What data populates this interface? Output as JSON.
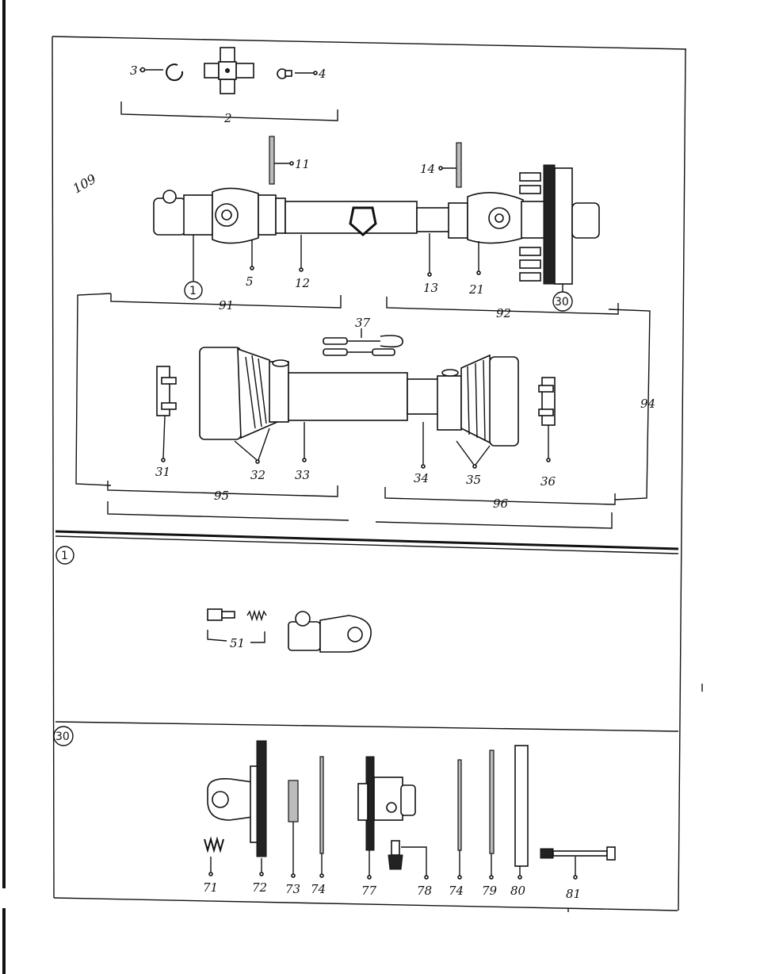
{
  "handwritten_note": "109",
  "callouts": {
    "c1": "1",
    "c30": "30"
  },
  "sections": {
    "assembly": {
      "labels": {
        "l2": "2",
        "l3": "3",
        "l4": "4",
        "l5": "5",
        "l11": "11",
        "l12": "12",
        "l13": "13",
        "l14": "14",
        "l21": "21",
        "l31": "31",
        "l32": "32",
        "l33": "33",
        "l34": "34",
        "l35": "35",
        "l36": "36",
        "l37": "37",
        "l91": "91",
        "l92": "92",
        "l94": "94",
        "l95": "95",
        "l96": "96"
      }
    },
    "detail_1": {
      "callout": "1",
      "labels": {
        "l51": "51"
      }
    },
    "detail_30": {
      "callout": "30",
      "labels": {
        "l71": "71",
        "l72": "72",
        "l73": "73",
        "l74a": "74",
        "l77": "77",
        "l78": "78",
        "l74b": "74",
        "l79": "79",
        "l80": "80",
        "l81": "81"
      }
    }
  }
}
